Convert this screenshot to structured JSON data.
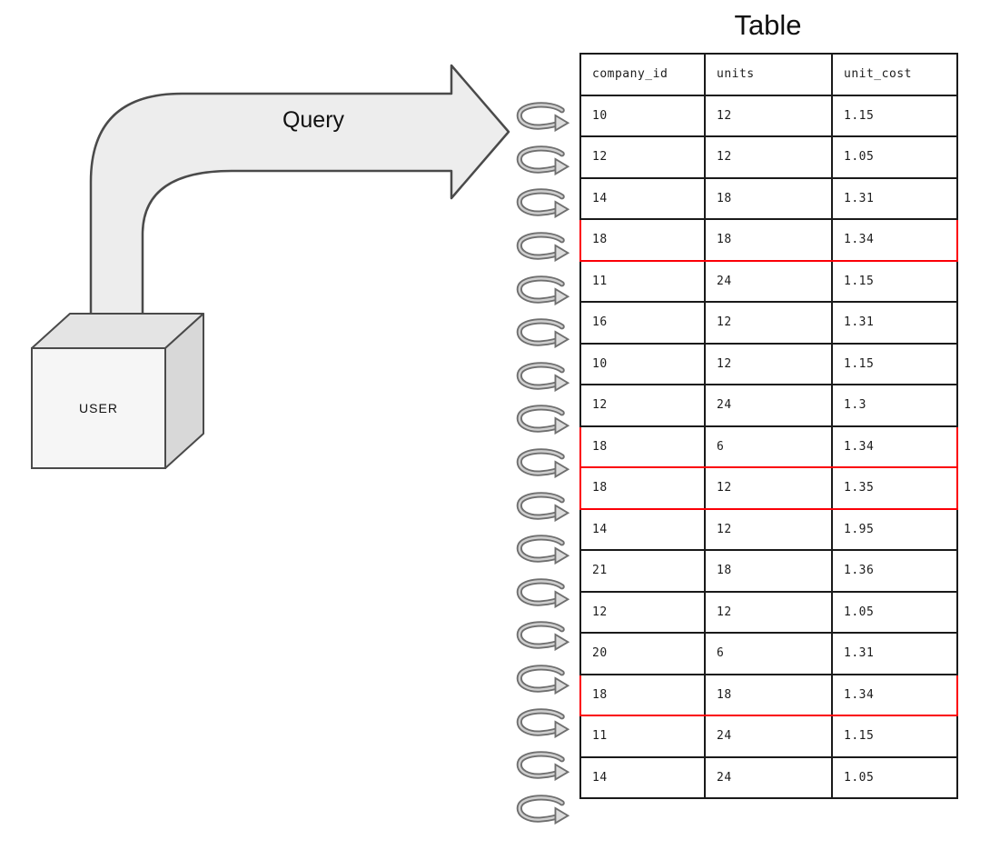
{
  "diagram": {
    "title": "Table",
    "query_label": "Query",
    "user_label": "USER"
  },
  "icons": {
    "scan_loop": "loop-scan-arrow-icon",
    "query_arrow": "right-block-arrow-icon"
  },
  "colors": {
    "table_border": "#1a1a1a",
    "highlight_red": "#fb0007",
    "shape_fill": "#ededed",
    "shape_stroke": "#4a4a4a",
    "box_front": "#f6f6f6",
    "box_top": "#e4e4e4",
    "box_side": "#d8d8d8"
  },
  "table": {
    "columns": [
      "company_id",
      "units",
      "unit_cost"
    ],
    "rows": [
      {
        "company_id": "10",
        "units": "12",
        "unit_cost": "1.15",
        "highlighted": false
      },
      {
        "company_id": "12",
        "units": "12",
        "unit_cost": "1.05",
        "highlighted": false
      },
      {
        "company_id": "14",
        "units": "18",
        "unit_cost": "1.31",
        "highlighted": false
      },
      {
        "company_id": "18",
        "units": "18",
        "unit_cost": "1.34",
        "highlighted": true
      },
      {
        "company_id": "11",
        "units": "24",
        "unit_cost": "1.15",
        "highlighted": false
      },
      {
        "company_id": "16",
        "units": "12",
        "unit_cost": "1.31",
        "highlighted": false
      },
      {
        "company_id": "10",
        "units": "12",
        "unit_cost": "1.15",
        "highlighted": false
      },
      {
        "company_id": "12",
        "units": "24",
        "unit_cost": "1.3",
        "highlighted": false
      },
      {
        "company_id": "18",
        "units": "6",
        "unit_cost": "1.34",
        "highlighted": true
      },
      {
        "company_id": "18",
        "units": "12",
        "unit_cost": "1.35",
        "highlighted": true
      },
      {
        "company_id": "14",
        "units": "12",
        "unit_cost": "1.95",
        "highlighted": false
      },
      {
        "company_id": "21",
        "units": "18",
        "unit_cost": "1.36",
        "highlighted": false
      },
      {
        "company_id": "12",
        "units": "12",
        "unit_cost": "1.05",
        "highlighted": false
      },
      {
        "company_id": "20",
        "units": "6",
        "unit_cost": "1.31",
        "highlighted": false
      },
      {
        "company_id": "18",
        "units": "18",
        "unit_cost": "1.34",
        "highlighted": true
      },
      {
        "company_id": "11",
        "units": "24",
        "unit_cost": "1.15",
        "highlighted": false
      },
      {
        "company_id": "14",
        "units": "24",
        "unit_cost": "1.05",
        "highlighted": false
      }
    ]
  }
}
